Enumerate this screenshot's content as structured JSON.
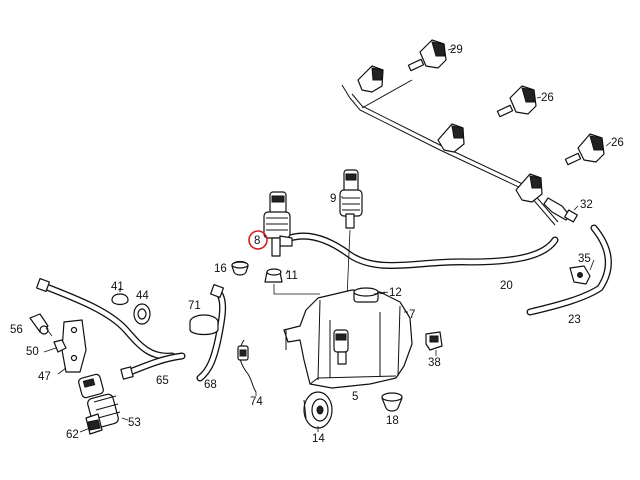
{
  "diagram": {
    "highlighted_callout": "8",
    "highlight_color": "#cc2222",
    "callouts": {
      "c29": "29",
      "c26a": "26",
      "c26b": "26",
      "c9": "9",
      "c32": "32",
      "c8": "8",
      "c16": "16",
      "c11": "11",
      "c35": "35",
      "c20": "20",
      "c41": "41",
      "c44": "44",
      "c71": "71",
      "c12": "12",
      "c7": "7",
      "c23": "23",
      "c56": "56",
      "c50": "50",
      "c47": "47",
      "c65": "65",
      "c68": "68",
      "c38": "38",
      "c74": "74",
      "c5": "5",
      "c53": "53",
      "c62": "62",
      "c14": "14",
      "c18": "18"
    }
  }
}
